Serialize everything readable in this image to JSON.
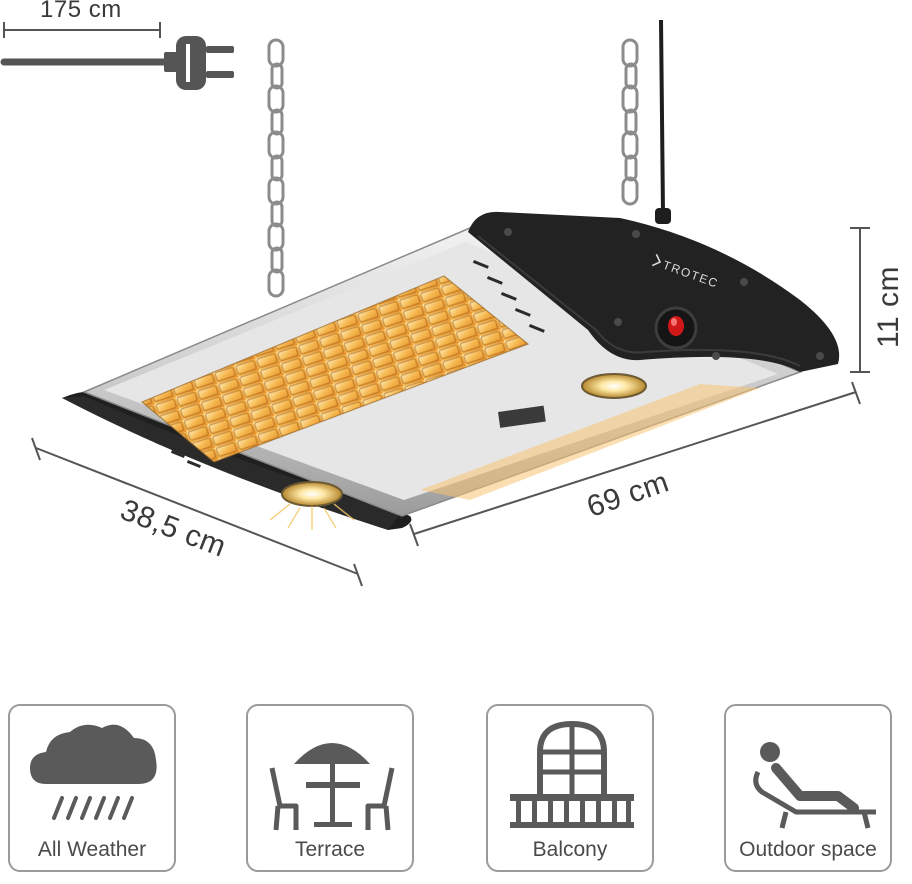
{
  "dimensions": {
    "cable_length": "175 cm",
    "height": "11 cm",
    "width": "69 cm",
    "depth": "38,5 cm"
  },
  "brand": "TROTEC",
  "features": [
    {
      "label": "All Weather",
      "icon": "cloud-rain-icon"
    },
    {
      "label": "Terrace",
      "icon": "terrace-table-umbrella-icon"
    },
    {
      "label": "Balcony",
      "icon": "balcony-door-icon"
    },
    {
      "label": "Outdoor space",
      "icon": "lounger-person-icon"
    }
  ],
  "colors": {
    "icon_gray": "#5a5a5a",
    "heater_glow": "#f4b24a",
    "housing_black": "#222222",
    "housing_silver": "#d8d8d8",
    "power_indicator": "#d01818"
  }
}
